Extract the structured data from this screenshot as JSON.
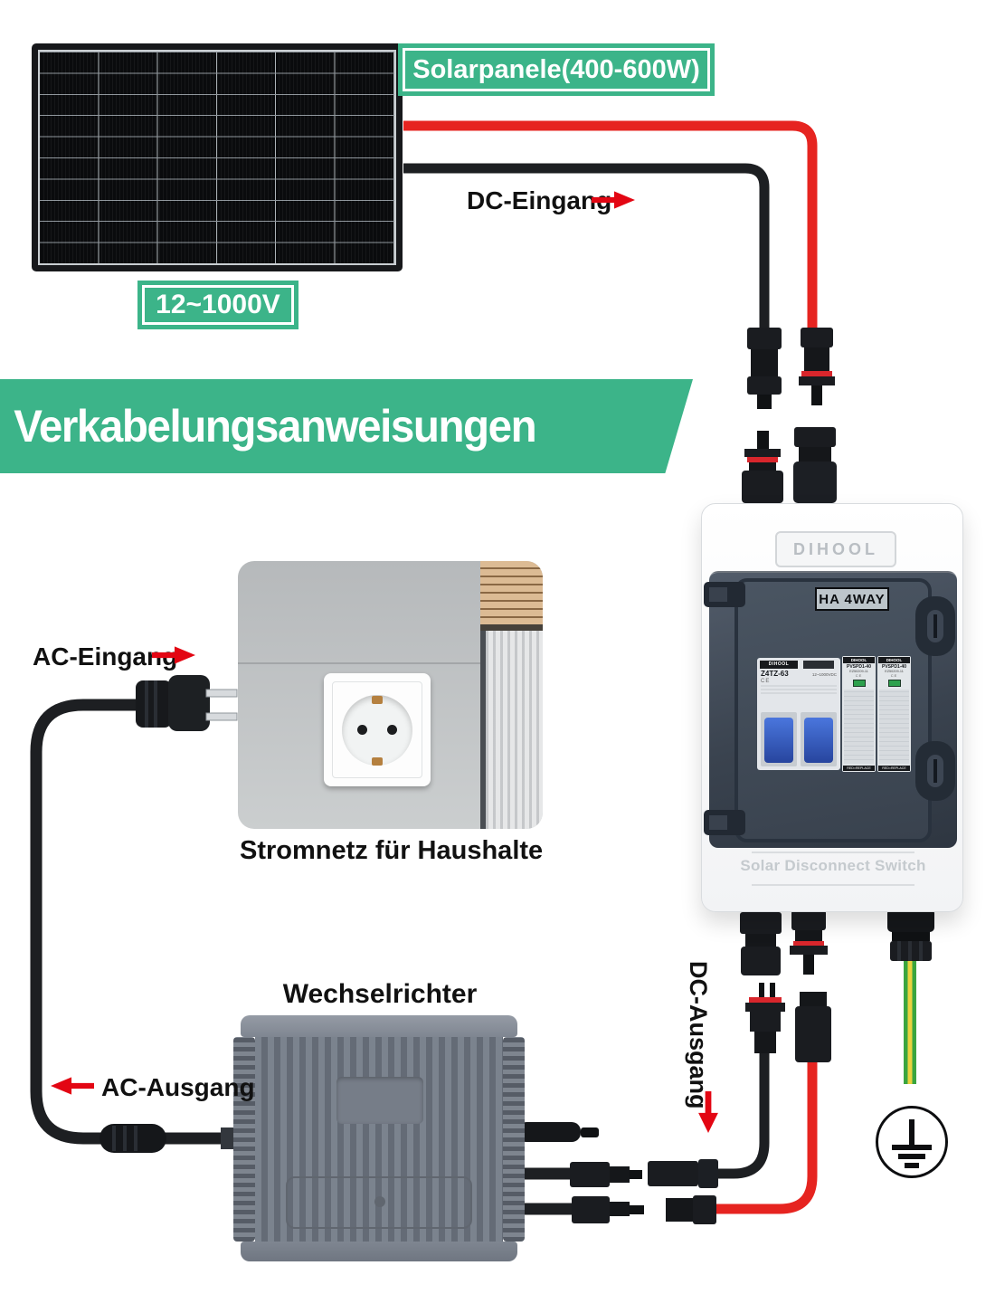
{
  "colors": {
    "accent_green": "#3cb489",
    "arrow_red": "#e30613",
    "wire_red": "#e62420",
    "wire_black": "#1d1f22",
    "ground_wire_green": "#3aa53f",
    "ground_wire_yellow": "#ead23f",
    "breaker_toggle_blue": "#3a63c8"
  },
  "panel": {
    "type_label": "Solarpanele(400-600W)",
    "voltage_label": "12~1000V"
  },
  "banner": {
    "title": "Verkabelungsanweisungen"
  },
  "flow_labels": {
    "dc_input": "DC-Eingang",
    "ac_input": "AC-Eingang",
    "ac_output": "AC-Ausgang",
    "dc_output": "DC-Ausgang"
  },
  "grid": {
    "caption": "Stromnetz für Haushalte"
  },
  "inverter": {
    "title": "Wechselrichter"
  },
  "box": {
    "brand": "DIHOOL",
    "cover_model": "HA 4WAY",
    "bottom_label": "Solar Disconnect Switch",
    "breaker": {
      "brand": "DIHOOL",
      "model": "Z4TZ-63",
      "rating": "12~1000VDC",
      "ce": "CE"
    },
    "spd_modules": [
      {
        "brand": "DIHOOL",
        "model": "PVSPD1-40",
        "code": "EZ50209-11",
        "ce": "CE",
        "replace": "RED=REPLACE"
      },
      {
        "brand": "DIHOOL",
        "model": "PVSPD1-40",
        "code": "EZ50209-11",
        "ce": "CE",
        "replace": "RED=REPLACE"
      }
    ]
  }
}
